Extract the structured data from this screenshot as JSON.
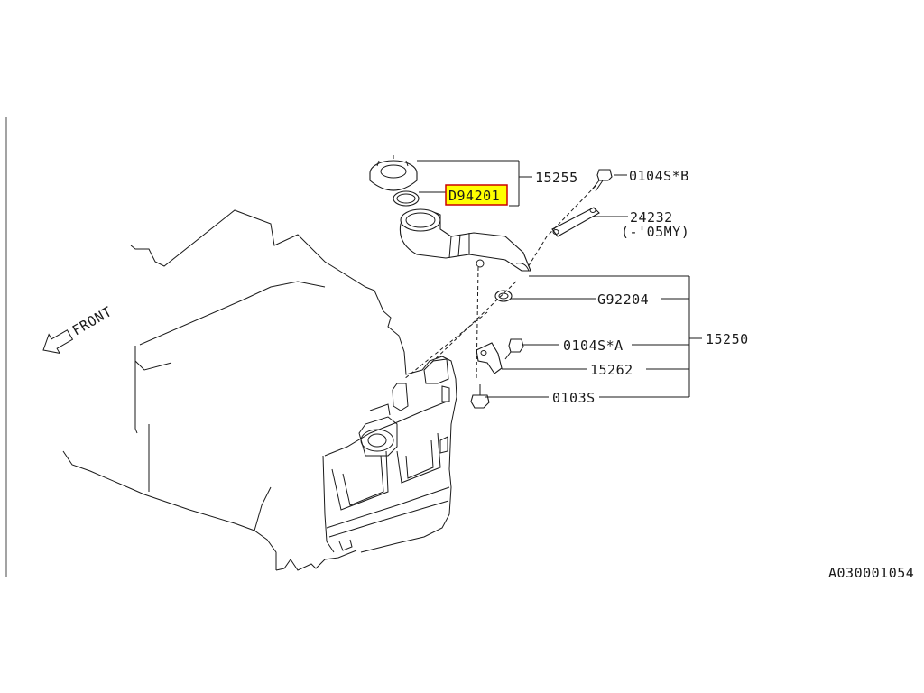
{
  "figure_id": "A030001054",
  "direction": "FRONT",
  "highlight_color": "#ffff00",
  "highlight_border": "#cc0000",
  "callouts": {
    "cap_group": "15255",
    "gasket": "D94201",
    "bolt_b": "0104S*B",
    "stay": "24232",
    "stay_note": "(-'05MY)",
    "o_ring": "G92204",
    "assembly": "15250",
    "bolt_a": "0104S*A",
    "clip": "15262",
    "bolt_lower": "0103S"
  }
}
